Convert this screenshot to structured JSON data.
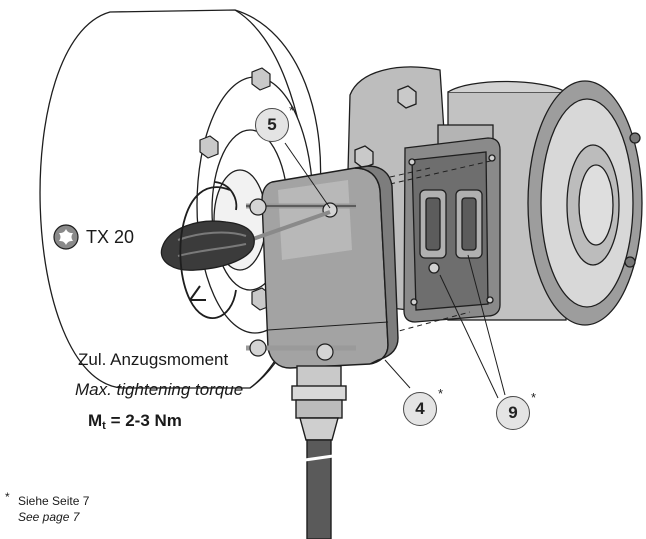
{
  "tool": {
    "label": "TX 20",
    "icon": "torx-star-icon"
  },
  "torque": {
    "label_de": "Zul. Anzugsmoment",
    "label_en": "Max. tightening torque",
    "symbol": "M",
    "subscript": "t",
    "value": " = 2-3 Nm"
  },
  "callouts": [
    {
      "number": "5",
      "asterisk": "*"
    },
    {
      "number": "4",
      "asterisk": "*"
    },
    {
      "number": "9",
      "asterisk": "*"
    }
  ],
  "footnote": {
    "marker": "*",
    "text_de": "Siehe Seite 7",
    "text_en": "See page 7"
  },
  "colors": {
    "line": "#1e1e1e",
    "metal_light": "#d6d6d6",
    "metal_mid": "#a9a9a9",
    "metal_dark": "#707070",
    "callout_fill": "#e4e4e4"
  }
}
